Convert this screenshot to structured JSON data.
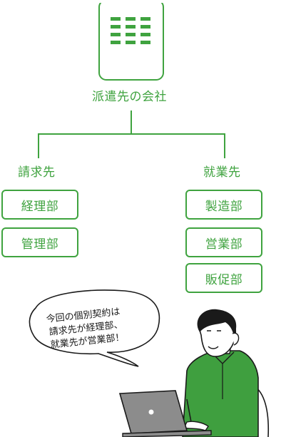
{
  "diagram": {
    "top_company": "派遣先の会社",
    "billing": {
      "label": "請求先",
      "departments": [
        "経理部",
        "管理部"
      ]
    },
    "work": {
      "label": "就業先",
      "departments": [
        "製造部",
        "営業部",
        "販促部"
      ]
    }
  },
  "speech_bubble": {
    "lines": [
      "今回の個別契約は",
      "請求先が経理部、",
      "就業先が営業部！"
    ]
  },
  "colors": {
    "accent": "#3fa33f",
    "shirt": "#3f9f3f",
    "ink": "#1a1a1a"
  }
}
